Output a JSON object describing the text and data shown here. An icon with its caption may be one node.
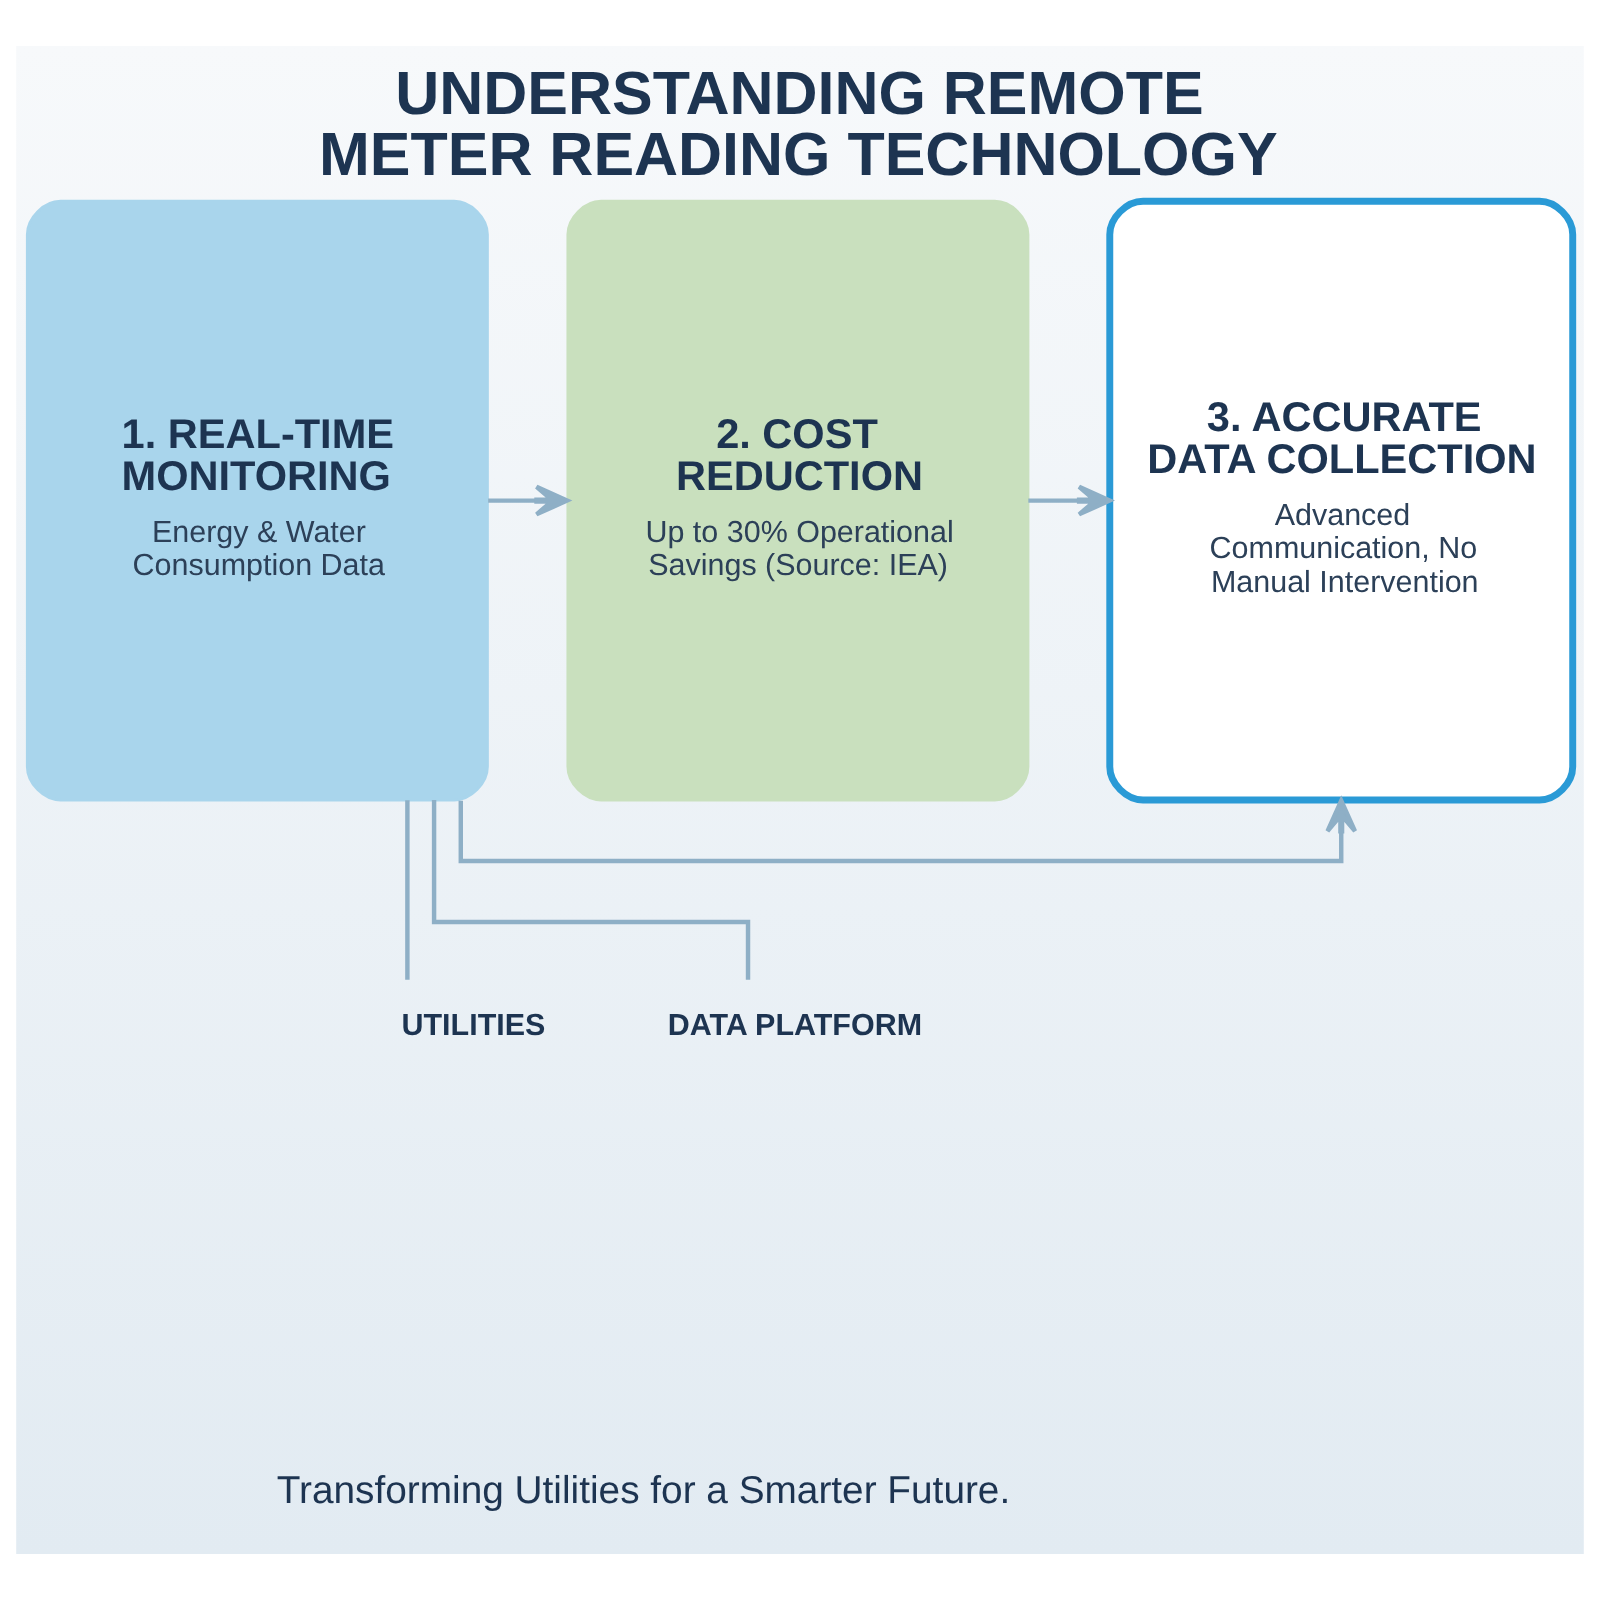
{
  "diagram": {
    "title": "UNDERSTANDING REMOTE METER READING TECHNOLOGY",
    "caption": "Transforming Utilities for a Smarter Future.",
    "nodes": [
      {
        "text": [
          "1. REAL-TIME MONITORING",
          "Energy & Water Consumption Data"
        ]
      },
      {
        "text": [
          "2. COST REDUCTION",
          "Up to 30% Operational Savings (Source: IEA)"
        ]
      },
      {
        "text": [
          "3. ACCURATE DATA COLLECTION",
          "Advanced Communication, No Manual Intervention"
        ]
      },
      {
        "text": [
          "UTILITIES"
        ]
      },
      {
        "text": [
          "DATA PLATFORM"
        ]
      }
    ],
    "edges": [
      {
        "from": 0,
        "to": 1,
        "arrow": "to"
      },
      {
        "from": 1,
        "to": 2,
        "arrow": "to"
      },
      {
        "from": 0,
        "to": 2,
        "arrow": "to"
      },
      {
        "from": 0,
        "to": 3,
        "arrow": "none"
      },
      {
        "from": 0,
        "to": 4,
        "arrow": "none"
      }
    ]
  }
}
